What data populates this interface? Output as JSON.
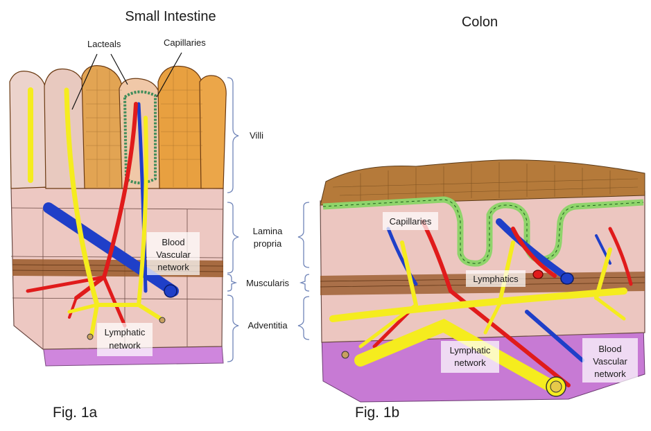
{
  "fig_a": {
    "title": "Small Intestine",
    "caption": "Fig. 1a",
    "labels": {
      "lacteals": "Lacteals",
      "capillaries": "Capillaries",
      "villi": "Villi",
      "lamina_line1": "Lamina",
      "lamina_line2": "propria",
      "muscularis": "Muscularis",
      "adventitia": "Adventitia",
      "blood_line1": "Blood",
      "blood_line2": "Vascular",
      "blood_line3": "network",
      "lymph_line1": "Lymphatic",
      "lymph_line2": "network"
    }
  },
  "fig_b": {
    "title": "Colon",
    "caption": "Fig. 1b",
    "labels": {
      "capillaries": "Capillaries",
      "lymphatics": "Lymphatics",
      "lymph_line1": "Lymphatic",
      "lymph_line2": "network",
      "blood_line1": "Blood",
      "blood_line2": "Vascular",
      "blood_line3": "network"
    }
  },
  "colors": {
    "lymphatic": "#f5ec1e",
    "artery": "#e01b1b",
    "vein": "#1f3fc8",
    "tissue": "#e9c3bd",
    "muscle": "#9a5a2a",
    "serosa": "#c77ad4",
    "epithelium": "#8fd46b",
    "villus": "#e9a64a"
  }
}
